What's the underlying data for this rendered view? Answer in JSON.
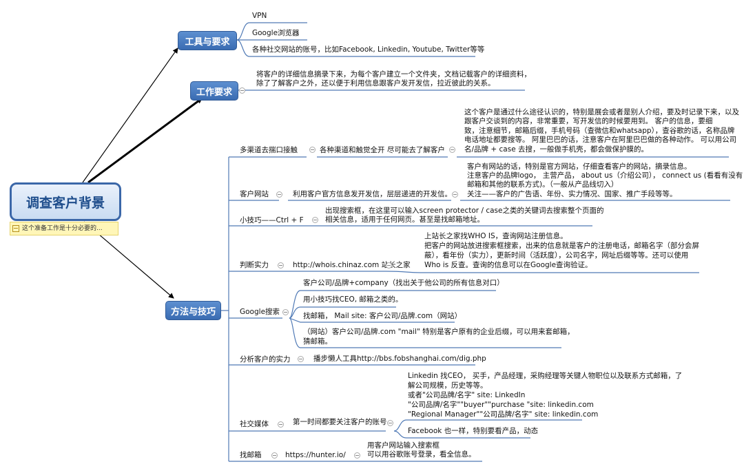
{
  "central": "调查客户背景",
  "note": "这个准备工作是十分必要的...",
  "branches": {
    "tools": {
      "title": "工具与要求",
      "items": [
        "VPN",
        "Google浏览器",
        "各种社交网站的账号，比如Facebook, Linkedin, Youtube, Twitter等等"
      ]
    },
    "work": {
      "title": "工作要求",
      "lines": [
        "将客户的详细信息摘录下来，为每个客户建立一个文件夹，文档记载客户的详细资料，",
        "除了了解客户之外，还以便于利用信息跟客户发开发信，拉近彼此的关系。"
      ]
    },
    "methods": {
      "title": "方法与技巧",
      "multi": {
        "label": "多渠道去揣口接触",
        "sub": "各种渠道和触觉全开 尽可能去了解客户",
        "lines": [
          "这个客户是通过什么途径认识的，特别是展会或者是别人介绍，要及时记录下来，以及",
          "跟客户交谈到的内容，非常重要，写开发信的时候要用到。          客户的信息，要细",
          "致，注意细节，邮箱后缀，手机号码（查微信和whatsapp），查谷歌的话，名称品牌",
          "电话地址都要搜等。 阿里巴巴的话，注意客户在阿里巴巴做的各种动作。 可以用公司",
          "名/品牌 + case 去搜，一般做手机壳，都会做保护膜的。"
        ]
      },
      "website": {
        "label": "客户网站",
        "sub": "利用客户官方信息发开发信，层层递进的开发信。",
        "lines": [
          "客户有网站的话，特别是官方网站，仔细查看客户的网站，摘录信息。",
          "注意客户的品牌logo， 主营产品， about us（介绍公司）， connect us (看看有没有",
          "邮箱和其他的联系方式)。（一般从产品线切入）",
          "关注——客户的广告语、年份、实力情况、国家、推广手段等等。"
        ]
      },
      "tip": {
        "label": "小技巧——Ctrl + F",
        "lines": [
          "出现搜索框，在这里可以输入screen protector / case之类的关键词去搜索整个页面的",
          "相关信息，适用于任何网页。甚至是找邮箱地址。"
        ]
      },
      "strength": {
        "label": "判断实力",
        "sub": "http://whois.chinaz.com 站长之家",
        "lines": [
          "上站长之家找WHO IS，查询网站注册信息。",
          "把客户的网站放进搜索框搜索，出来的信息就是客户的注册电话，邮箱名字（部分会屏",
          "蔽），看年份（实力），更新时间（活跃度），公司名字，网址后缀等等。还可以使用",
          "Who is 反查。查询的信息可以在Google查询验证。"
        ]
      },
      "google": {
        "label": "Google搜索",
        "items": [
          [
            "客户公司/品牌+company（找出关于他公司的所有信息对口）"
          ],
          [
            "用小技巧找CEO, 邮箱之类的。"
          ],
          [
            "找邮箱， Mail site: 客户公司/品牌.com（网站）"
          ],
          [
            "（网站）客户公司/品牌.com \"mail\" 特别是客户原有的企业后缀，可以用来套邮箱，",
            "猜邮箱。"
          ]
        ]
      },
      "analyze": {
        "label": "分析客户的实力",
        "sub": "播步懒人工具http://bbs.fobshanghai.com/dig.php"
      },
      "social": {
        "label": "社交媒体",
        "sub": "第一时间都要关注客户的账号",
        "linkedin": [
          "Linkedin 找CEO， 买手，产品经理，采购经理等关键人物职位以及联系方式邮箱，了",
          "解公司规模，历史等等。",
          "或者\"公司品牌/名字\" site: LinkedIn",
          "\"公司品牌/名字\"\"buyer\"\"purchase  \"site: linkedin.com",
          "\"Regional Manager\"\"公司品牌/名字\" site: linkedin.com"
        ],
        "facebook": "Facebook 也一样，特别要看产品，动态"
      },
      "email": {
        "label": "找邮箱",
        "sub": "https://hunter.io/",
        "lines": [
          "用客户网站输入搜索框",
          "可以用谷歌账号登录，看全信息。"
        ]
      }
    }
  },
  "colors": {
    "line": "#4f79b5",
    "arrow": "#000000",
    "main_fill": "#4a7bc1",
    "note_bg": "#fff6b8"
  }
}
